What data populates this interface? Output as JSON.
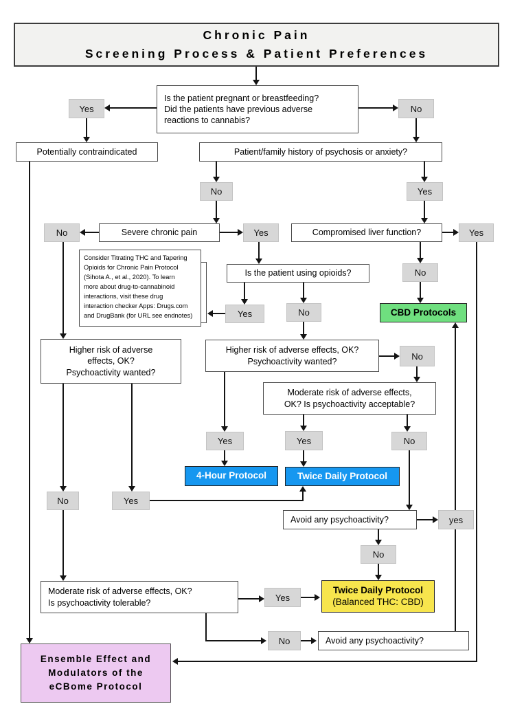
{
  "title": "Chronic Pain\nScreening Process & Patient Preferences",
  "labels": {
    "yes": "Yes",
    "no": "No",
    "yes_lower": "yes"
  },
  "nodes": {
    "q_pregnant": "Is the patient pregnant or breastfeeding?\nDid the patients have previous adverse\nreactions to cannabis?",
    "potentially_contraindicated": "Potentially contraindicated",
    "q_psychosis": "Patient/family history of psychosis or anxiety?",
    "severe_pain": "Severe chronic pain",
    "q_liver": "Compromised liver function?",
    "note": "Consider Titrating THC and Tapering\nOpioids for Chronic Pain Protocol\n(Sihota A., et al., 2020). To learn\nmore about drug-to-cannabinoid\ninteractions, visit these drug\ninteraction checker Apps: Drugs.com\nand DrugBank (for URL see endnotes)",
    "q_opioids": "Is the patient using opioids?",
    "cbd_protocols": "CBD Protocols",
    "higher_left": "Higher risk of adverse\neffects, OK?\nPsychoactivity wanted?",
    "higher_mid": "Higher risk of adverse effects, OK?\nPsychoactivity wanted?",
    "moderate_mid": "Moderate risk of adverse effects,\nOK? Is psychoactivity acceptable?",
    "four_hour_protocol": "4-Hour Protocol",
    "twice_daily_protocol": "Twice Daily Protocol",
    "avoid_psychoactivity_1": "Avoid any psychoactivity?",
    "twice_daily_yellow_l1": "Twice Daily Protocol",
    "twice_daily_yellow_l2": "(Balanced THC: CBD)",
    "moderate_left": "Moderate risk of adverse effects, OK?\nIs psychoactivity tolerable?",
    "avoid_psychoactivity_2": "Avoid any psychoactivity?",
    "ensemble": "Ensemble Effect and\nModulators of the\neCBome  Protocol"
  },
  "colors": {
    "green": "#6fdf7f",
    "blue": "#1697f0",
    "yellow": "#f7e54d",
    "pink": "#edc9f1",
    "gray_label": "#d7d7d7",
    "title_bg": "#f2f2f0"
  }
}
